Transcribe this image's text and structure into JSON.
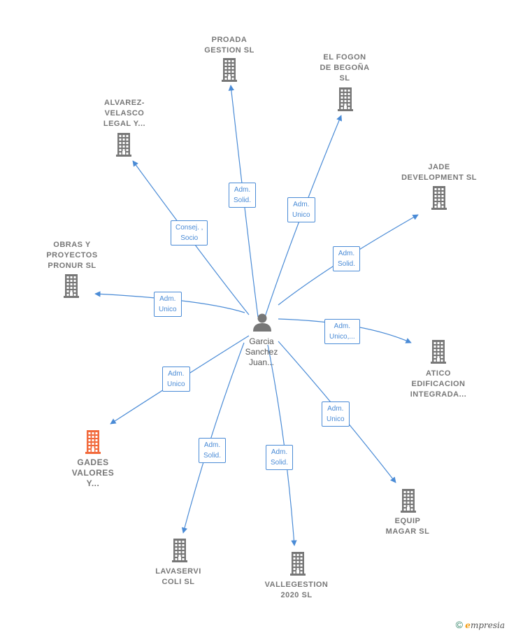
{
  "center": {
    "label": "Garcia\nSanchez\nJuan..."
  },
  "nodes": [
    {
      "label": "PROADA\nGESTION  SL",
      "highlight": false
    },
    {
      "label": "EL FOGON\nDE BEGOÑA\nSL",
      "highlight": false
    },
    {
      "label": "ALVAREZ-\nVELASCO\nLEGAL Y...",
      "highlight": false
    },
    {
      "label": "JADE\nDEVELOPMENT SL",
      "highlight": false
    },
    {
      "label": "OBRAS Y\nPROYECTOS\nPRONUR SL",
      "highlight": false
    },
    {
      "label": "ATICO\nEDIFICACION\nINTEGRADA...",
      "highlight": false
    },
    {
      "label": "GADES\nVALORES\nY...",
      "highlight": true
    },
    {
      "label": "EQUIP\nMAGAR  SL",
      "highlight": false
    },
    {
      "label": "LAVASERVI\nCOLI  SL",
      "highlight": false
    },
    {
      "label": "VALLEGESTION\n2020  SL",
      "highlight": false
    }
  ],
  "edges": [
    {
      "label": "Adm.\nSolid."
    },
    {
      "label": "Adm.\nUnico"
    },
    {
      "label": "Consej. ,\nSocio"
    },
    {
      "label": "Adm.\nSolid."
    },
    {
      "label": "Adm.\nUnico"
    },
    {
      "label": "Adm.\nUnico,..."
    },
    {
      "label": "Adm.\nUnico"
    },
    {
      "label": "Adm.\nUnico"
    },
    {
      "label": "Adm.\nSolid."
    },
    {
      "label": "Adm.\nSolid."
    }
  ],
  "colors": {
    "edge": "#4a8bd6",
    "building": "#777777",
    "highlight": "#f26a3c",
    "person": "#777777"
  },
  "footer": {
    "symbol": "©",
    "brand_initial": "e",
    "brand_rest": "mpresia"
  }
}
